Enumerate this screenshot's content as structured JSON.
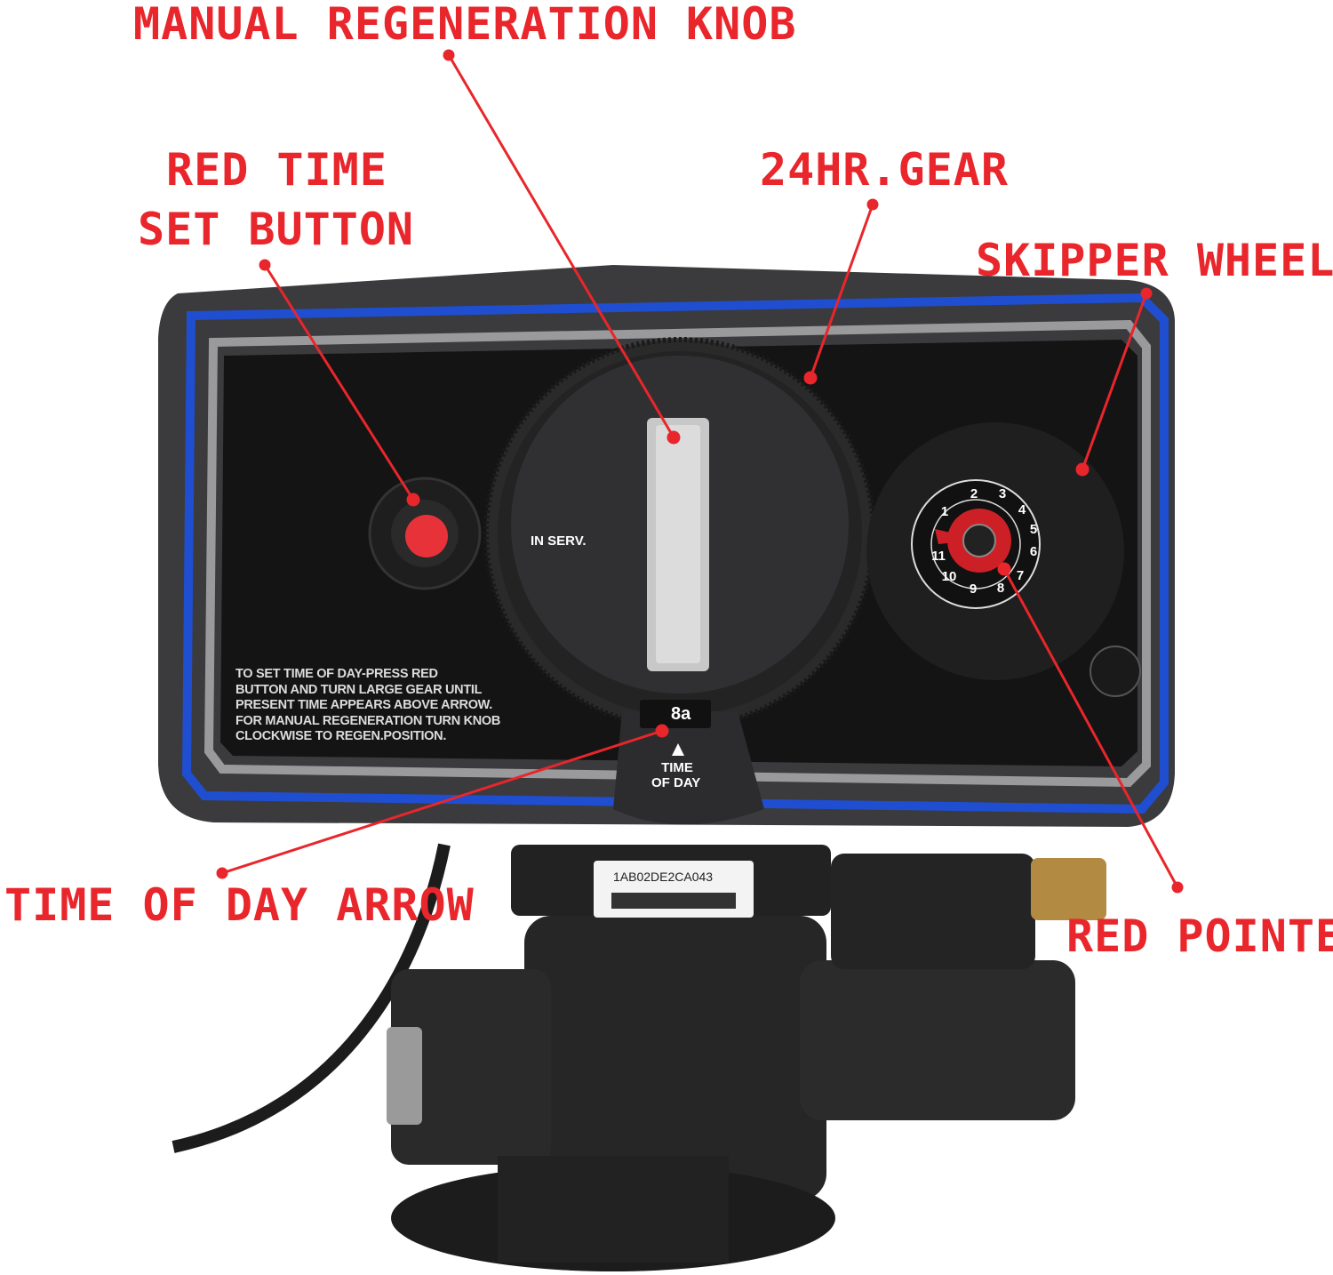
{
  "callouts": {
    "manual_regeneration_knob": "MANUAL REGENERATION KNOB",
    "red_time_set_button_line1": "RED TIME",
    "red_time_set_button_line2": "SET BUTTON",
    "gear_24hr": "24HR.GEAR",
    "skipper_wheel": "SKIPPER WHEEL",
    "time_of_day_arrow": "TIME OF DAY ARROW",
    "red_pointer": "RED POINTER"
  },
  "device": {
    "instructions": [
      "TO SET TIME OF DAY-PRESS RED",
      "BUTTON AND TURN LARGE GEAR UNTIL",
      "PRESENT TIME APPEARS ABOVE ARROW.",
      "FOR MANUAL REGENERATION TURN KNOB",
      "CLOCKWISE TO REGEN.POSITION."
    ],
    "knob_label": "IN SERV.",
    "time_window": "8a",
    "time_of_day_line1": "TIME",
    "time_of_day_line2": "OF DAY",
    "serial_label": "1AB02DE2CA043",
    "skipper_numbers": [
      "1",
      "2",
      "3",
      "4",
      "5",
      "6",
      "7",
      "8",
      "9",
      "10",
      "11"
    ]
  },
  "colors": {
    "callout": "#e8262b",
    "blue_trim": "#1f4fd0",
    "panel": "#141414"
  }
}
